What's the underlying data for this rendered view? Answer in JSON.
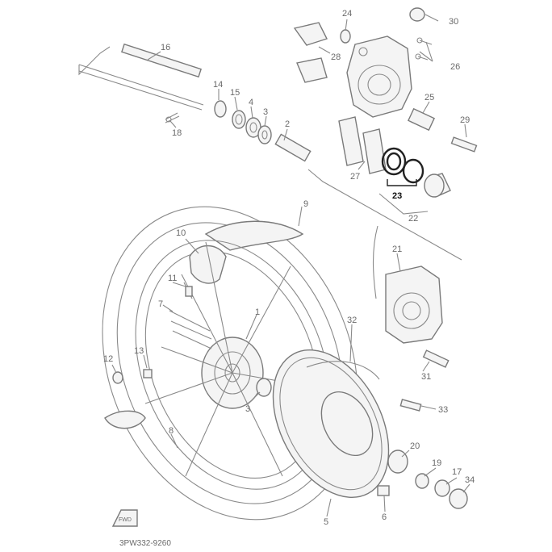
{
  "diagram": {
    "caption": "3PW332-9260",
    "callouts": [
      {
        "id": "c1",
        "text": "1"
      },
      {
        "id": "c2",
        "text": "2"
      },
      {
        "id": "c3a",
        "text": "3"
      },
      {
        "id": "c3b",
        "text": "3"
      },
      {
        "id": "c4",
        "text": "4"
      },
      {
        "id": "c5",
        "text": "5"
      },
      {
        "id": "c6",
        "text": "6"
      },
      {
        "id": "c7",
        "text": "7"
      },
      {
        "id": "c8",
        "text": "8"
      },
      {
        "id": "c9",
        "text": "9"
      },
      {
        "id": "c10",
        "text": "10"
      },
      {
        "id": "c11",
        "text": "11"
      },
      {
        "id": "c12",
        "text": "12"
      },
      {
        "id": "c13",
        "text": "13"
      },
      {
        "id": "c14",
        "text": "14"
      },
      {
        "id": "c15",
        "text": "15"
      },
      {
        "id": "c16",
        "text": "16"
      },
      {
        "id": "c17",
        "text": "17"
      },
      {
        "id": "c18",
        "text": "18"
      },
      {
        "id": "c19",
        "text": "19"
      },
      {
        "id": "c20",
        "text": "20"
      },
      {
        "id": "c21",
        "text": "21"
      },
      {
        "id": "c22",
        "text": "22"
      },
      {
        "id": "c23",
        "text": "23",
        "highlight": true
      },
      {
        "id": "c24",
        "text": "24"
      },
      {
        "id": "c25",
        "text": "25"
      },
      {
        "id": "c26",
        "text": "26"
      },
      {
        "id": "c27",
        "text": "27"
      },
      {
        "id": "c28",
        "text": "28"
      },
      {
        "id": "c29",
        "text": "29"
      },
      {
        "id": "c30",
        "text": "30"
      },
      {
        "id": "c31",
        "text": "31"
      },
      {
        "id": "c32",
        "text": "32"
      },
      {
        "id": "c33",
        "text": "33"
      },
      {
        "id": "c34",
        "text": "34"
      }
    ],
    "fwd_mark": "FWD",
    "colors": {
      "line": "#8a8a8a",
      "highlight": "#111111",
      "background": "#ffffff"
    }
  }
}
